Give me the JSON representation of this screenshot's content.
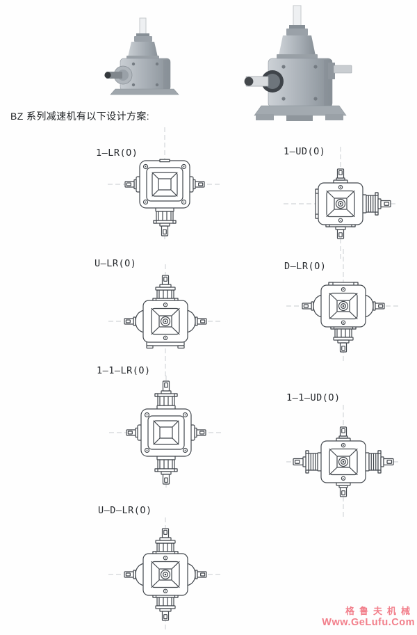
{
  "intro": {
    "text": "BZ 系列减速机有以下设计方案:"
  },
  "photos": [
    {
      "name": "bevel-gearbox-photo-small"
    },
    {
      "name": "bevel-gearbox-photo-large"
    }
  ],
  "figures": [
    {
      "id": "1-lr",
      "label": "1–LR(O)",
      "body": "flange",
      "top": "none",
      "bottom": "bell",
      "left": "shaft",
      "right": "shaft"
    },
    {
      "id": "1-ud",
      "label": "1–UD(O)",
      "body": "cavity",
      "top": "cap",
      "bottom": "flangeshaft",
      "left": "plate",
      "right": "bell"
    },
    {
      "id": "u-lr",
      "label": "U–LR(O)",
      "body": "cavity",
      "top": "tower",
      "bottom": "feet",
      "left": "cone",
      "right": "cone"
    },
    {
      "id": "d-lr",
      "label": "D–LR(O)",
      "body": "cavity",
      "top": "plate",
      "bottom": "tower",
      "left": "cone",
      "right": "cone"
    },
    {
      "id": "1-1-lr",
      "label": "1–1–LR(O)",
      "body": "flange",
      "top": "bell",
      "bottom": "bell",
      "left": "shaft",
      "right": "shaft"
    },
    {
      "id": "1-1-ud",
      "label": "1–1–UD(O)",
      "body": "cavity",
      "top": "cap",
      "bottom": "cap",
      "left": "bell",
      "right": "bell"
    },
    {
      "id": "u-d-lr",
      "label": "U–D–LR(O)",
      "body": "cavity",
      "top": "tower",
      "bottom": "tower",
      "left": "cone",
      "right": "cone"
    }
  ],
  "watermark": {
    "line1": "格鲁夫机械",
    "line2": "Www.GeLufu.Com",
    "color": "#f27f8b"
  },
  "drawing_colors": {
    "line": "#41464c",
    "centerline": "#c6cacd",
    "hatch_fill": "#a9afb5"
  }
}
